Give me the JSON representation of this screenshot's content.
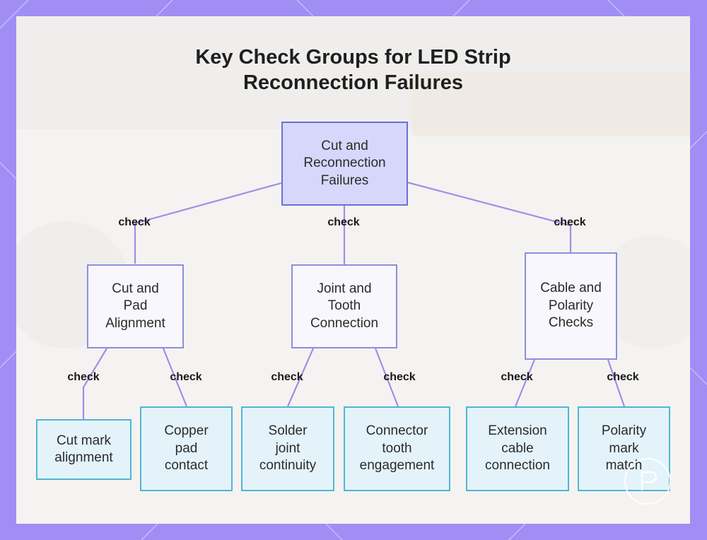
{
  "title": {
    "line1": "Key Check Groups for LED Strip",
    "line2": "Reconnection Failures"
  },
  "root": {
    "label": "Cut and\nReconnection\nFailures"
  },
  "groups": [
    {
      "label": "Cut and\nPad\nAlignment"
    },
    {
      "label": "Joint and\nTooth\nConnection"
    },
    {
      "label": "Cable and\nPolarity\nChecks"
    }
  ],
  "leaves": [
    {
      "label": "Cut mark\nalignment"
    },
    {
      "label": "Copper\npad\ncontact"
    },
    {
      "label": "Solder\njoint\ncontinuity"
    },
    {
      "label": "Connector\ntooth\nengagement"
    },
    {
      "label": "Extension\ncable\nconnection"
    },
    {
      "label": "Polarity\nmark\nmatch"
    }
  ],
  "edge_label": "check",
  "colors": {
    "frame": "#a08ef5",
    "edge": "#a08ee8",
    "root_fill": "#d6d7fb",
    "leaf_border": "#4fb6d6"
  }
}
